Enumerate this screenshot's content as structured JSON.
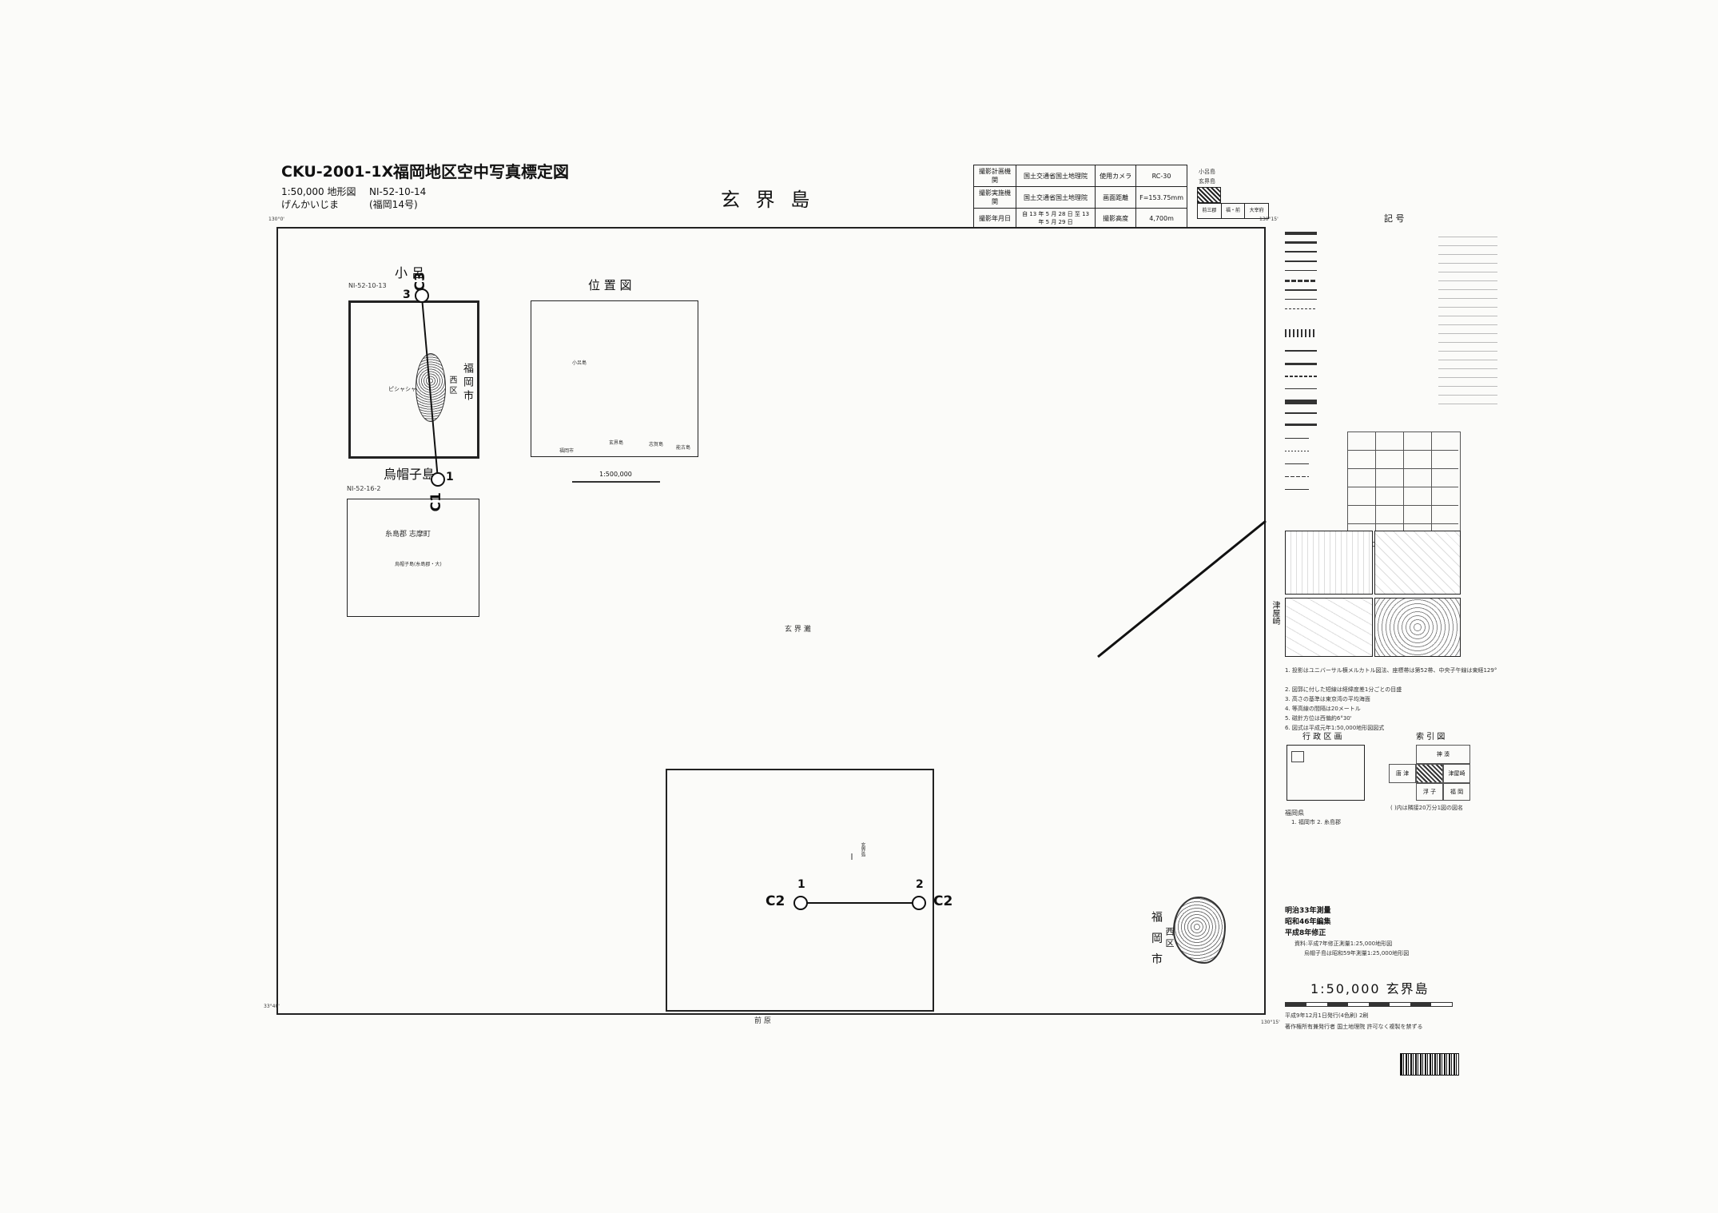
{
  "header": {
    "code": "CKU-2001-1X",
    "map_title": "福岡地区空中写真標定図",
    "scale_line": "1:50,000 地形図",
    "sheet_number": "NI-52-10-14",
    "reading": "げんかいじま",
    "sheet_alias": "(福岡14号)",
    "center_title": "玄 界 島"
  },
  "info_table": {
    "row1_label": "撮影計画機関",
    "row1_value": "国土交通省国土地理院",
    "row1_key": "使用カメラ",
    "row1_key_value": "RC-30",
    "row2_label": "撮影実施機関",
    "row2_value": "国土交通省国土地理院",
    "row2_key": "画面距離",
    "row2_key_value": "F=153.75mm",
    "row3_label": "撮影年月日",
    "row3_value": "自 13 年 5 月 28 日 至 13 年 5 月 29 日",
    "row3_key": "撮影高度",
    "row3_key_value": "4,700m"
  },
  "adjacent": {
    "top_label": "小呂島",
    "mid_label": "玄界島",
    "bottom_labels": [
      "前三郡",
      "福・前",
      "大宰府"
    ]
  },
  "inset_index": {
    "top_sheet_title": "小 呂",
    "top_sheet_number": "NI-52-10-13",
    "fukuoka_label": "福 岡 市",
    "nishi_label": "西 区",
    "pier_label": "ピシャシャ岬",
    "bottom_sheet_title": "烏帽子島",
    "bottom_sheet_number": "NI-52-16-2",
    "itoshima_label": "糸島郡 志摩町",
    "eboshi_small": "烏帽子島(糸島郡・大)"
  },
  "location_map": {
    "title": "位 置 図",
    "scale": "1:500,000",
    "labels": [
      "小呂島",
      "玄界島",
      "志賀島",
      "能古島",
      "福岡市"
    ]
  },
  "flight_lines": {
    "c3_label": "C3",
    "c3_photo": "3",
    "c1_label": "C1",
    "c1_photo": "1",
    "c2_left_label": "C2",
    "c2_left_photo": "1",
    "c2_right_label": "C2",
    "c2_right_photo": "2"
  },
  "main_map": {
    "sea_label": "玄 界 灘",
    "bottom_label": "前 原",
    "island_point": "玄界島",
    "fukuoka_label": "福 岡 市",
    "nishi_label": "西 区"
  },
  "legend": {
    "title": "記 号",
    "cape_label": "津屋崎",
    "notes": [
      "1. 投影はユニバーサル横メルカトル図法、座標帯は第52帯、中央子午線は東経129°",
      "2. 図郭に付した短線は経緯度差1分ごとの目盛",
      "3. 高さの基準は東京湾の平均海面",
      "4. 等高線の間隔は20メートル",
      "5. 磁針方位は西偏約6°30'",
      "6. 図式は平成元年1:50,000地形図図式"
    ],
    "admin_title": "行 政 区 画",
    "index_title": "索 引 図",
    "admin_caption": "福岡県",
    "admin_caption2": "1. 福岡市  2. 糸島郡",
    "index_caption": "( )内は隣接20万分1図の図名",
    "index_cells": [
      "神 湊",
      "唐 津",
      "津屋崎",
      "浮 子",
      "福 岡"
    ],
    "survey_lines": [
      "明治33年測量",
      "昭和46年編集",
      "平成8年修正"
    ],
    "survey_notes": [
      "資料:平成7年修正測量1:25,000地形図",
      "烏帽子島は昭和59年測量1:25,000地形図"
    ],
    "scale_title": "1:50,000 玄界島",
    "publication": "平成9年12月1日発行(4色刷) 2刷",
    "publisher": "著作権所有兼発行者  国土地理院  許可なく複製を禁ずる"
  }
}
